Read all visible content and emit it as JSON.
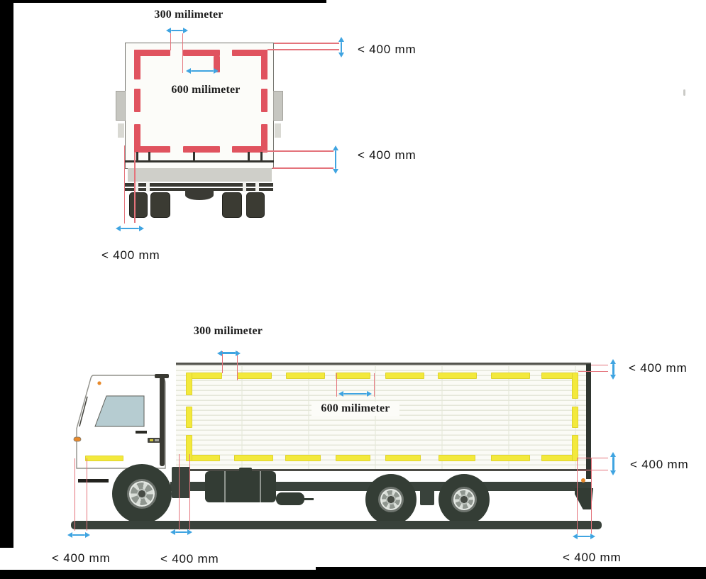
{
  "figure_type": "conspicuity-marking-diagram",
  "rear_view": {
    "tape_gap_top_label": "300 milimeter",
    "tape_gap_mid_label": "600 milimeter",
    "clearance_top_right": "< 400 mm",
    "clearance_bottom_right": "< 400 mm",
    "clearance_bottom_left": "< 400 mm"
  },
  "side_view": {
    "tape_gap_top_label": "300 milimeter",
    "tape_gap_mid_label": "600 milimeter",
    "clearance_top_rear": "< 400 mm",
    "clearance_mid_rear": "< 400 mm",
    "clearance_front": "< 400 mm",
    "clearance_cab_to_box": "< 400 mm",
    "clearance_rear": "< 400 mm"
  },
  "colors": {
    "tape-red": "#e0535f",
    "tape-yellow": "#f3e93c",
    "dim-line": "#e4737b",
    "arrow-blue": "#3fa4e1",
    "truck-dark": "#39423b"
  }
}
